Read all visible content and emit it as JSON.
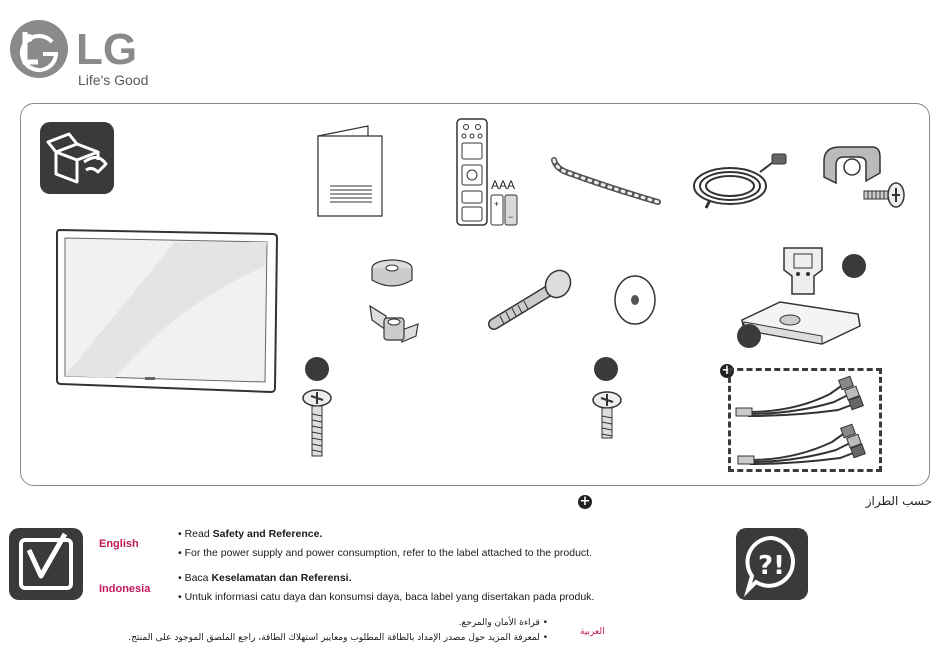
{
  "brand": {
    "name": "LG",
    "tagline": "Life's Good",
    "logo_color": "#8a8a8a"
  },
  "box_contents": {
    "battery_label": "AAA",
    "battery_plus": "+",
    "battery_minus": "−",
    "optional_marker": "+",
    "model_note": "حسب الطراز",
    "icons": [
      "package-box-icon",
      "manual-booklet-icon",
      "remote-control-icon",
      "cable-holder-strip-icon",
      "power-cord-icon",
      "cable-clip-icon",
      "clip-screw-icon",
      "tv-panel-icon",
      "stand-cap-icon",
      "wing-nut-icon",
      "long-bolt-icon",
      "washer-icon",
      "stand-body-icon",
      "stand-base-icon",
      "screw-a-icon",
      "screw-b-icon",
      "av-gender-cable-icon"
    ]
  },
  "info": {
    "english": {
      "lang": "English",
      "line1_prefix": "• Read ",
      "line1_bold": "Safety and Reference.",
      "line2": "• For the power supply and power consumption, refer to the label attached to the product."
    },
    "indonesia": {
      "lang": "Indonesia",
      "line1_prefix": "• Baca ",
      "line1_bold": "Keselamatan dan Referensi.",
      "line2": "• Untuk informasi catu daya dan konsumsi daya, baca label yang disertakan pada produk."
    },
    "arabic": {
      "lang": "العربية",
      "line1": "• قراءة الأمان والمرجع.",
      "line2": "• لمعرفة المزيد حول مصدر الإمداد بالطاقة المطلوب ومعايير استهلاك الطاقة، راجع الملصق الموجود على المنتج."
    }
  },
  "colors": {
    "accent": "#c0185a",
    "icon_bg": "#3a3a3a",
    "panel_border": "#8a8a8a"
  }
}
